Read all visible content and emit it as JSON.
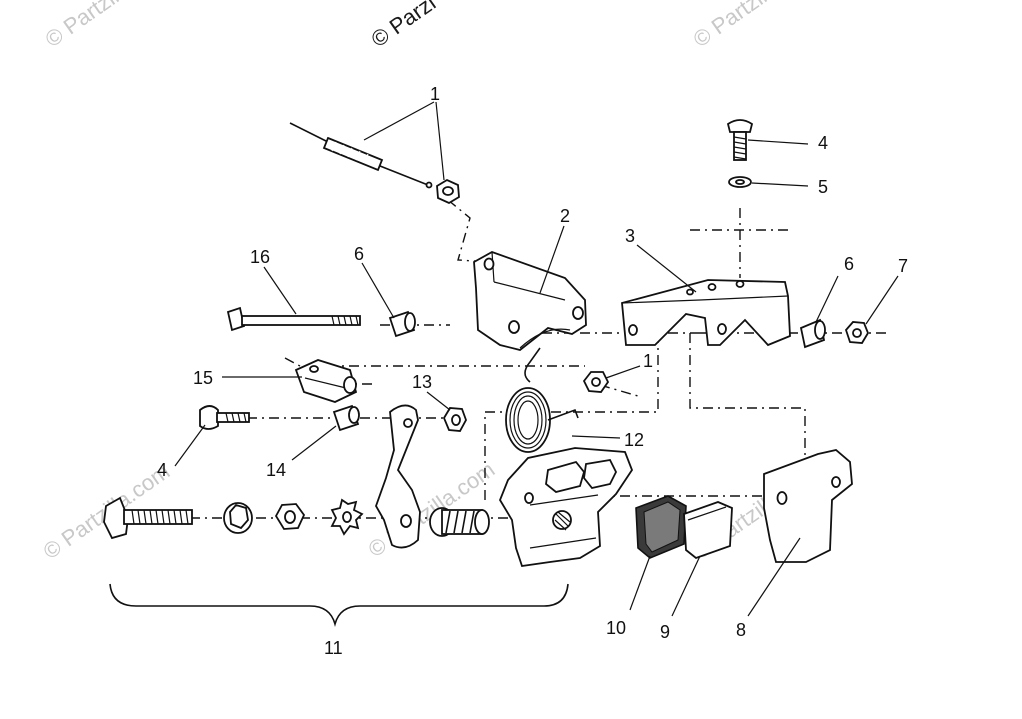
{
  "watermark": {
    "text": "© Partzilla.com",
    "top_text": "© Parzi"
  },
  "callouts": {
    "c1_top": "1",
    "c1_right": "1",
    "c2": "2",
    "c3": "3",
    "c4_top": "4",
    "c4_left": "4",
    "c5": "5",
    "c6_left": "6",
    "c6_right": "6",
    "c7": "7",
    "c8": "8",
    "c9": "9",
    "c10": "10",
    "c11": "11",
    "c12": "12",
    "c13": "13",
    "c14": "14",
    "c15": "15",
    "c16": "16"
  }
}
